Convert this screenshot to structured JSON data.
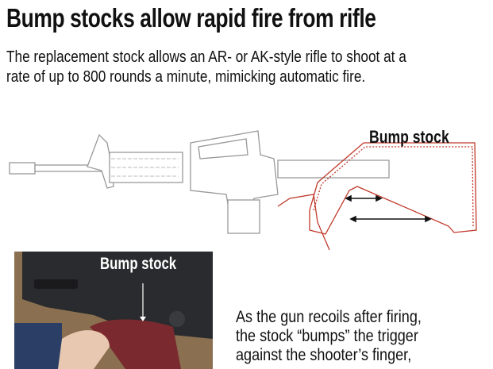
{
  "title": "Bump stocks allow rapid fire from rifle",
  "subtitle": [
    "The replacement stock allows an AR- or AK-style rifle to shoot at a",
    "rate of up to 800 rounds a minute, mimicking automatic fire."
  ],
  "diagram": {
    "label": "Bump stock",
    "outline_color": "#9a9a9a",
    "stock_color": "#c0392b"
  },
  "photo": {
    "label": "Bump stock",
    "stock_color": "#7a2a2e"
  },
  "caption": [
    "As the gun recoils after firing,",
    "the stock “bumps” the trigger",
    "against the shooter’s finger,"
  ]
}
